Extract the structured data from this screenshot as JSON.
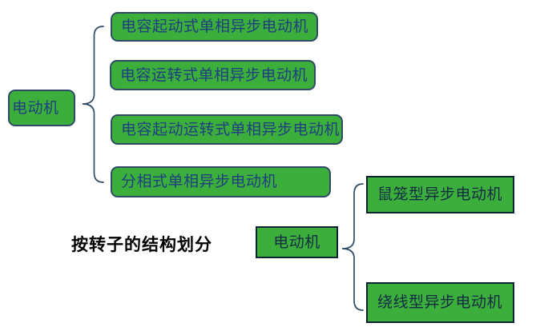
{
  "diagram": {
    "colors": {
      "box_fill": "#3CAE3C",
      "rounded_border": "#2E4B66",
      "rect_border": "#0F2433",
      "text_group1": "#1F3F7F",
      "text_group2": "#132C42",
      "label_color": "#000000",
      "brace": "#2E4B66",
      "background": "#FFFFFF"
    },
    "group1": {
      "root": "电动机",
      "children": [
        "电容起动式单相异步电动机",
        "电容运转式单相异步电动机",
        "电容起动运转式单相异步电动机",
        "分相式单相异步电动机"
      ]
    },
    "label": "按转子的结构划分",
    "group2": {
      "root": "电动机",
      "children": [
        "鼠笼型异步电动机",
        "绕线型异步电动机"
      ]
    }
  }
}
